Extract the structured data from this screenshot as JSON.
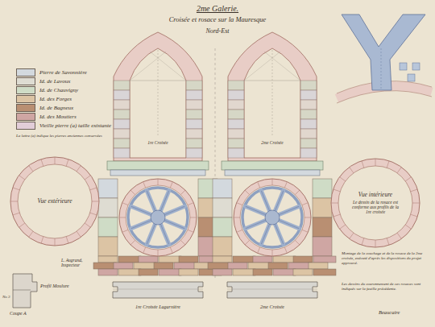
{
  "diagram": {
    "title": "2me Galerie.",
    "nodes": [
      {
        "text": [
          "Vue extérieure"
        ]
      },
      {
        "text": [
          "Vue intérieure",
          "Le dessin de la rosace est conforme aux profils de la 1re croisée"
        ]
      }
    ],
    "labels": [
      "Croisée et rosace sur la Mauresque",
      "Nord-Est",
      "1re Croisée",
      "2me Croisée",
      "La lettre (a) indique les pierres anciennes conservées",
      "L. Augrand, Inspecteur",
      "Profil Moulure",
      "Coupe A",
      "1re Croisée Lagarnière",
      "2me Croisée",
      "Montage de la couchage et de la rosace de la 2me croisée, exécuté d'après les dispositions du projet approuvé.",
      "Les dessins du couronnement de ces rosaces sont indiqués sur la feuille précédente.",
      "Beaucaire",
      "No 3"
    ],
    "legend": [
      {
        "text": "Pierre de Savonnière",
        "color": "#d3d9de"
      },
      {
        "text": "Id. de Lavoux",
        "color": "#dedcd2"
      },
      {
        "text": "Id. de Chauvigny",
        "color": "#cfdcc6"
      },
      {
        "text": "Id. des Forges",
        "color": "#dcc4a4"
      },
      {
        "text": "Id. de Bagneux",
        "color": "#b98f72"
      },
      {
        "text": "Id. des Moutiers",
        "color": "#cfa6a3"
      },
      {
        "text": "Vieille pierre (a) taille existante",
        "color": "#e2cdd8"
      }
    ]
  }
}
